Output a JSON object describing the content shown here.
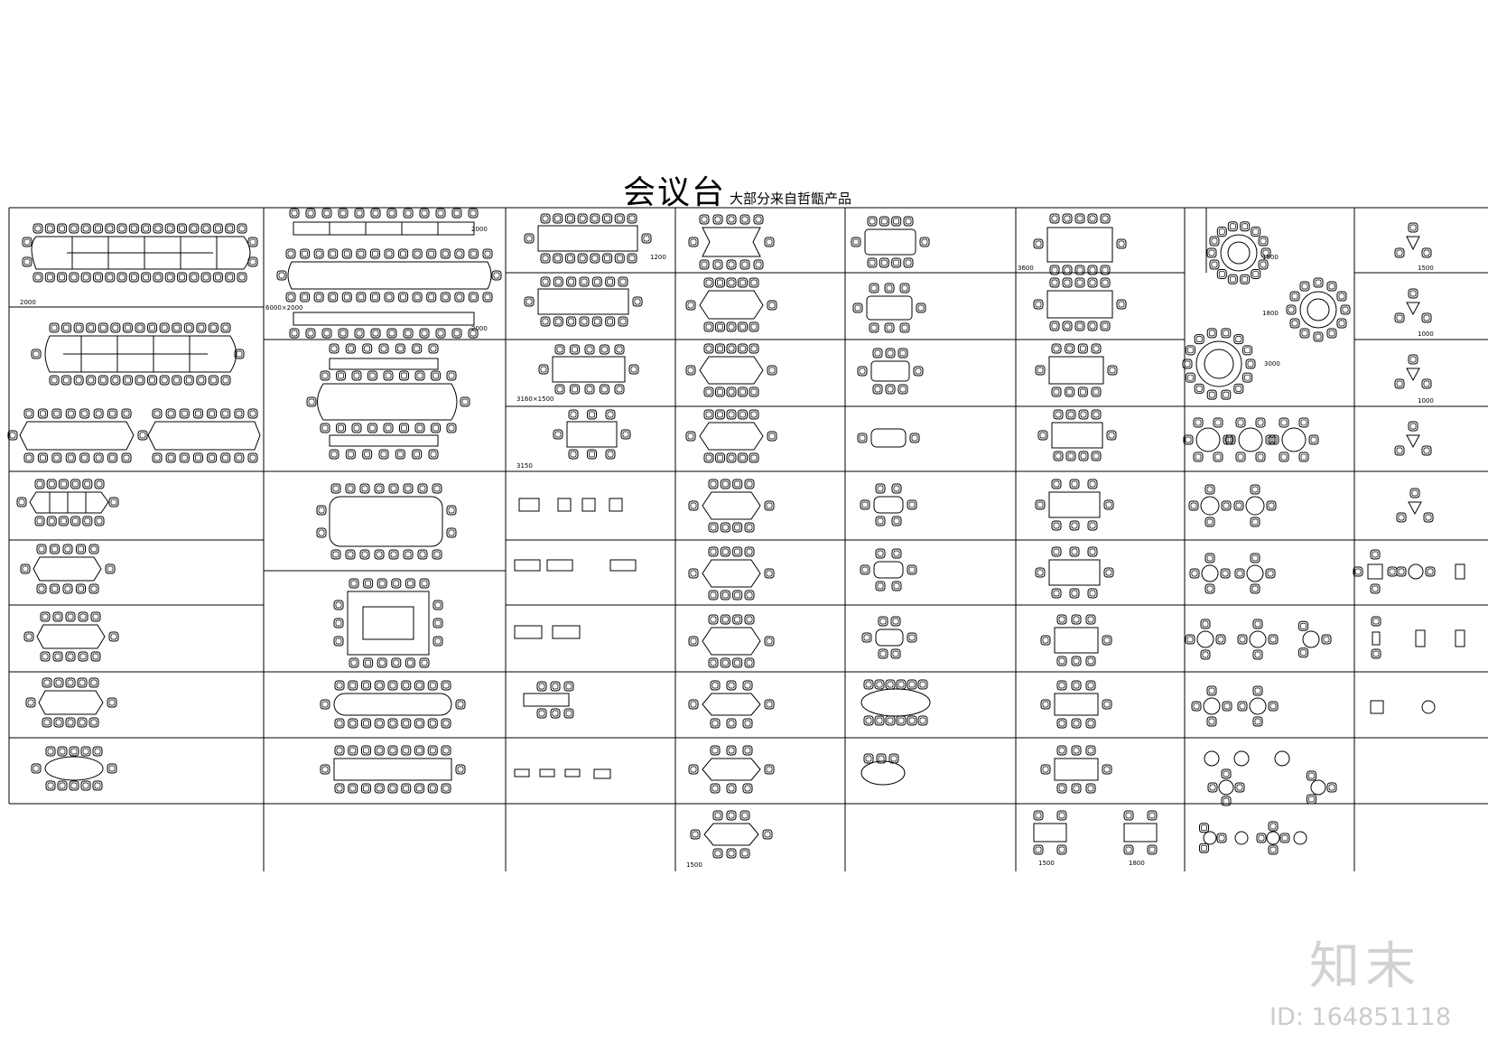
{
  "title": {
    "main": "会议台",
    "sub": "大部分来自哲甑产品"
  },
  "watermark": {
    "brand": "知末",
    "id": "ID: 164851118"
  },
  "colors": {
    "line": "#000000",
    "background": "#ffffff",
    "watermark": "#d2d2d2"
  },
  "labels": {
    "a1": "2000",
    "a2": "6000×2000",
    "b1": "2000",
    "b2": "2000",
    "c1": "1200",
    "c2": "3160×1500",
    "c3": "3150",
    "e1": "3600",
    "e2": "1500",
    "f1": "1500",
    "f2": "1800",
    "r1": "3000",
    "r2": "1800",
    "r3": "1500",
    "t1": "1500",
    "t2": "1000",
    "t3": "1000"
  }
}
